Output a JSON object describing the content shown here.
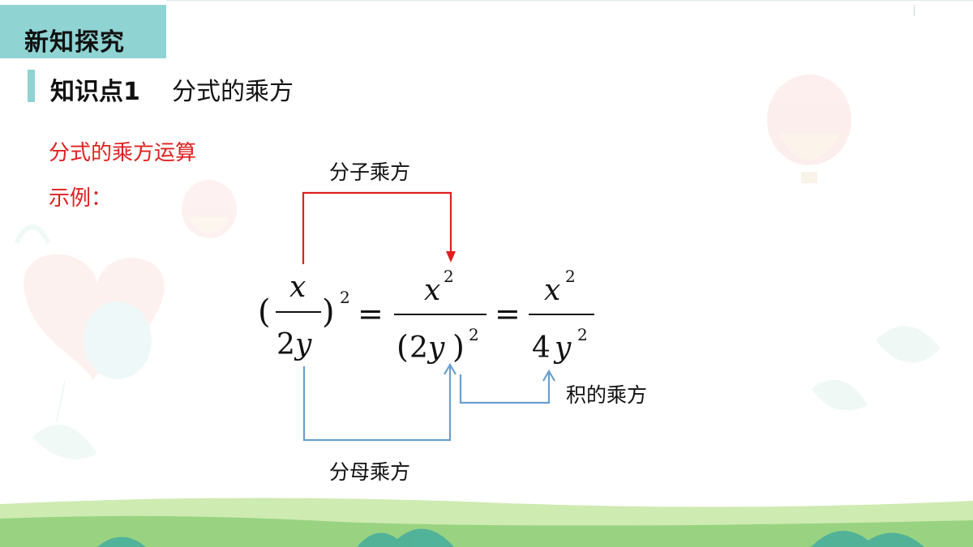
{
  "header": {
    "section_title": "新知探究"
  },
  "knowledge_point": {
    "number": "知识点1",
    "name": "分式的乘方"
  },
  "intro": {
    "line1": "分式的乘方运算",
    "line2": "示例："
  },
  "annotations": {
    "numerator_power": "分子乘方",
    "denominator_power": "分母乘方",
    "product_power": "积的乘方"
  },
  "formula": {
    "lparen": "(",
    "rparen": ")",
    "x": "x",
    "y": "y",
    "two": "2",
    "four": "4",
    "exp2": "2",
    "equals": "="
  },
  "colors": {
    "accent": "#8fd3d3",
    "red": "#e02020",
    "blue": "#6a9fd0",
    "text": "#111111"
  }
}
